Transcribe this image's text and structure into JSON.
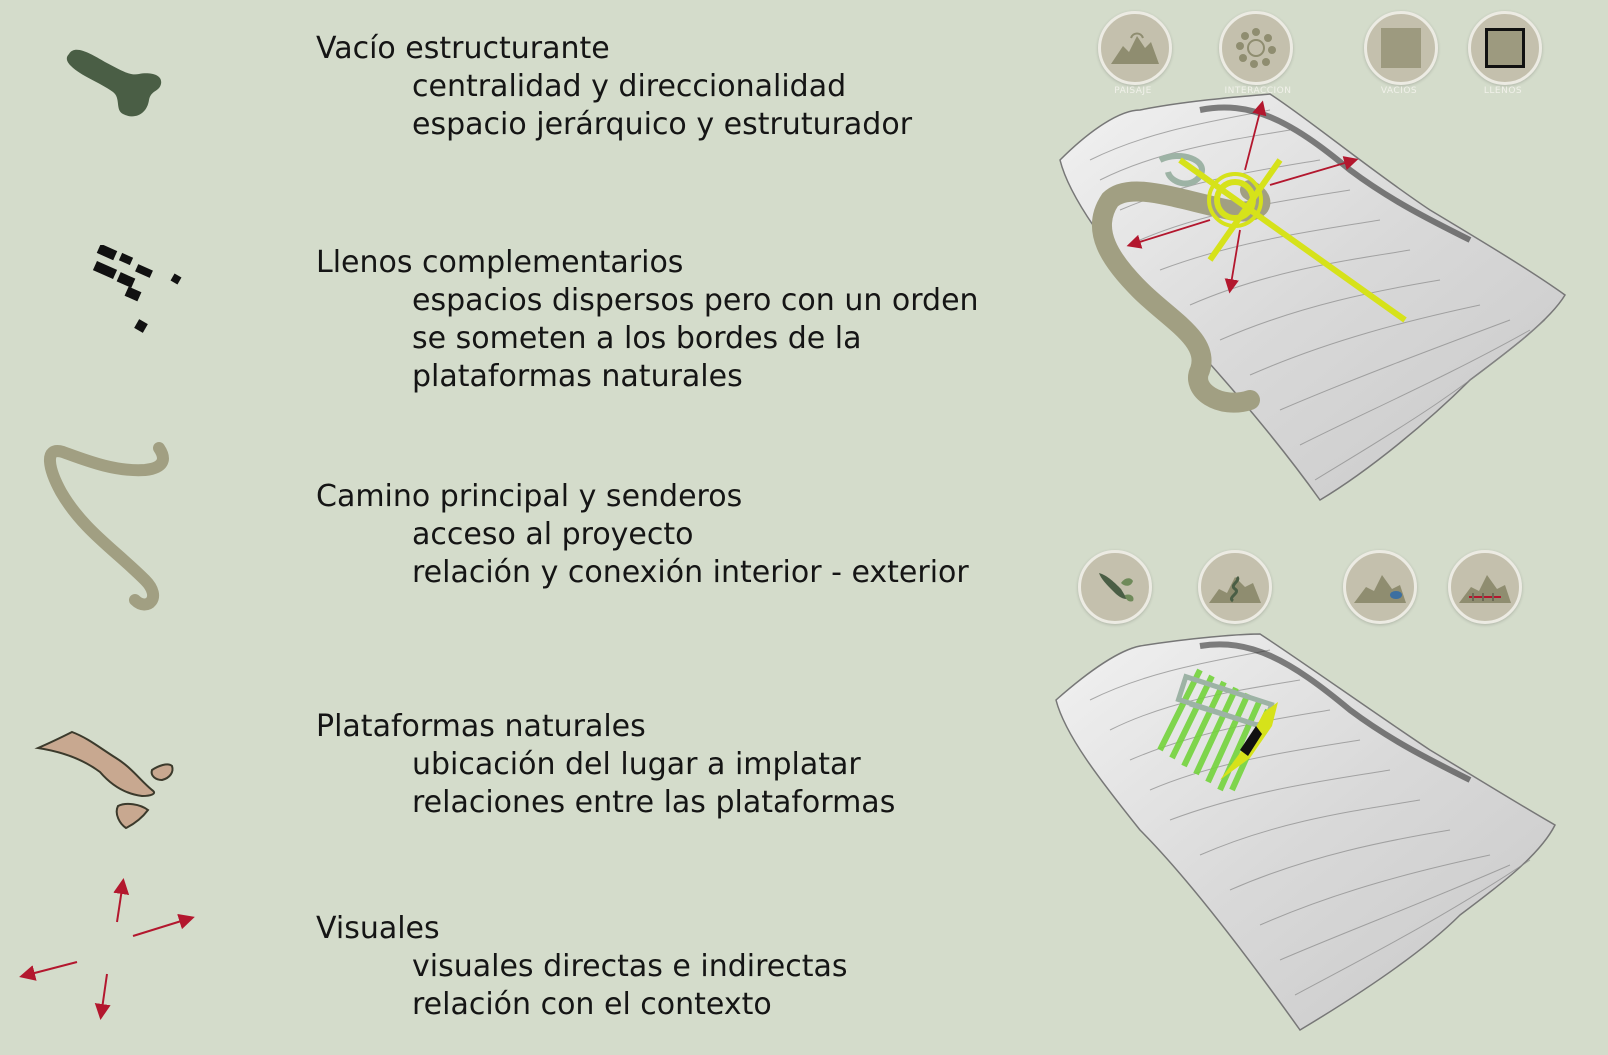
{
  "sections": [
    {
      "title": "Vacío estructurante",
      "lines": [
        "centralidad y direccionalidad",
        "espacio jerárquico y estruturador"
      ]
    },
    {
      "title": "Llenos complementarios",
      "lines": [
        "espacios dispersos pero con un orden",
        "se someten a los bordes de la",
        "plataformas naturales"
      ]
    },
    {
      "title": "Camino principal y senderos",
      "lines": [
        "acceso al proyecto",
        "relación y conexión interior - exterior"
      ]
    },
    {
      "title": "Plataformas naturales",
      "lines": [
        "ubicación del lugar a implatar",
        "relaciones entre las plataformas"
      ]
    },
    {
      "title": "Visuales",
      "lines": [
        "visuales directas e indirectas",
        "relación con el contexto"
      ]
    }
  ],
  "badges_top": [
    {
      "label": "PAISAJE",
      "icon": "landscape-icon"
    },
    {
      "label": "INTERACCION",
      "icon": "interaction-icon"
    },
    {
      "label": "VACIOS",
      "icon": "void-square-icon"
    },
    {
      "label": "LLENOS",
      "icon": "full-square-icon"
    }
  ],
  "badges_bottom": [
    {
      "icon": "vegetation-icon"
    },
    {
      "icon": "path-hill-icon"
    },
    {
      "icon": "hill-water-icon"
    },
    {
      "icon": "hill-structure-icon"
    }
  ],
  "colors": {
    "background": "#d4dccb",
    "void": "#4a5e45",
    "path": "#a19f82",
    "platform": "#c8a890",
    "visual_arrow": "#b3172e",
    "axis_yellow": "#d6e21a",
    "green_mesh": "#74d43c",
    "badge": "#c4c0ad"
  }
}
